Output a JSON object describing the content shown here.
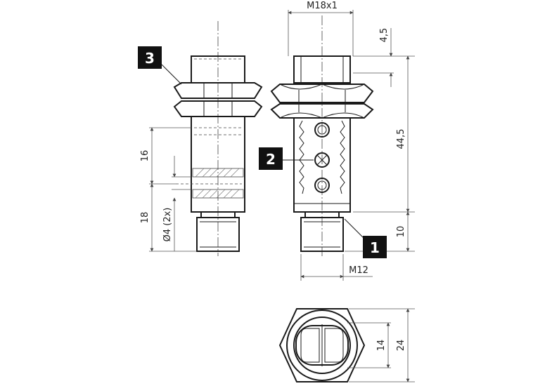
{
  "dimensions": {
    "thread_top": "M18x1",
    "top_offset": "4,5",
    "body_length": "44,5",
    "connector_length": "10",
    "connector_thread": "M12",
    "led_position": "16",
    "lower_length": "18",
    "led_diameter": "Ø4 (2x)",
    "face_width": "14",
    "hex_width": "24"
  },
  "callouts": {
    "one": "1",
    "two": "2",
    "three": "3"
  }
}
